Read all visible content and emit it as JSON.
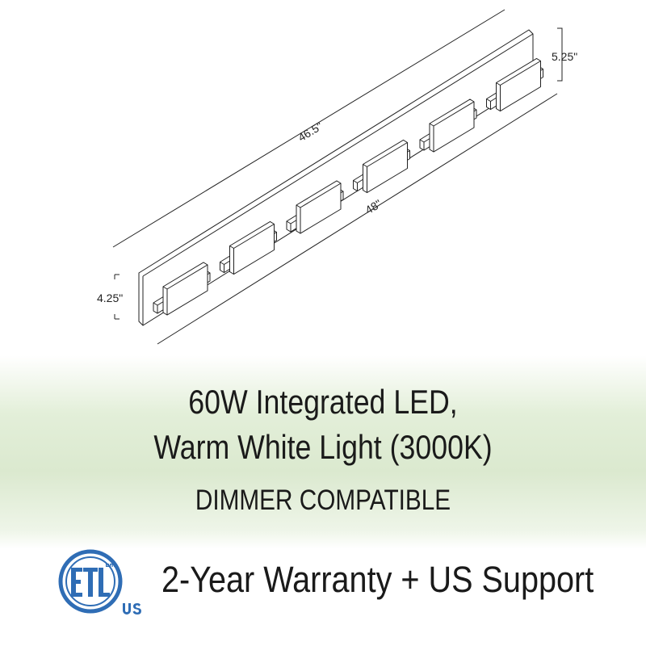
{
  "dimensions": {
    "width": "46.5\"",
    "length": "48\"",
    "height_right": "5.25\"",
    "height_left": "4.25\""
  },
  "product": {
    "light_count": 6,
    "line1": "60W Integrated LED,",
    "line2": "Warm White Light (3000K)",
    "line3": "DIMMER COMPATIBLE"
  },
  "footer": {
    "warranty": "2-Year Warranty + US Support",
    "cert_logo": "ETL",
    "cert_sub": "US",
    "cert_mark": "CM"
  },
  "colors": {
    "logo": "#2f6db5",
    "band": "#dbe9cf"
  }
}
